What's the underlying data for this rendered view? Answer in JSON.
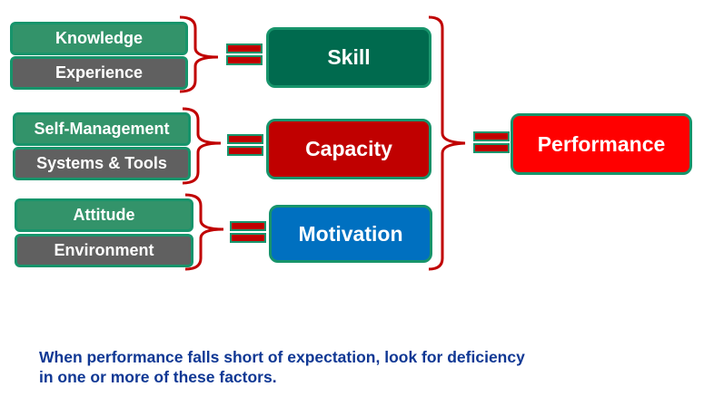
{
  "groups": [
    {
      "inputs": [
        "Knowledge",
        "Experience"
      ],
      "result": "Skill",
      "result_color": "#006a4e"
    },
    {
      "inputs": [
        "Self-Management",
        "Systems & Tools"
      ],
      "result": "Capacity",
      "result_color": "#c00000"
    },
    {
      "inputs": [
        "Attitude",
        "Environment"
      ],
      "result": "Motivation",
      "result_color": "#0070c0"
    }
  ],
  "outcome": {
    "label": "Performance",
    "color": "#ff0000"
  },
  "caption": {
    "line1": "When performance falls short of expectation, look for deficiency",
    "line2": "in one or more of these factors."
  },
  "colors": {
    "input_green": "#33936a",
    "input_gray": "#606060",
    "border": "#17946b",
    "bracket": "#c00000",
    "caption": "#103894"
  }
}
